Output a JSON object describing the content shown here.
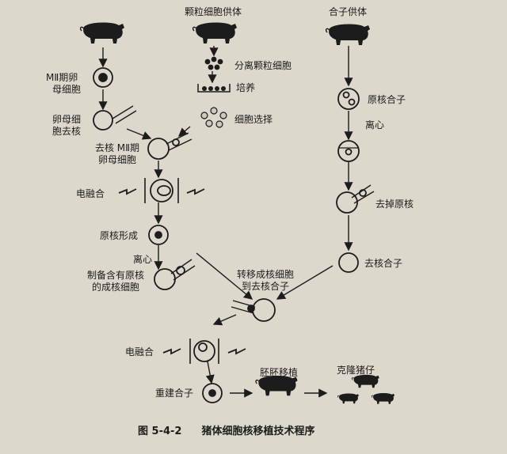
{
  "labels": {
    "granulosa_donor": "颗粒细胞供体",
    "zygote_donor": "合子供体",
    "isolate_granulosa": "分离颗粒细胞",
    "culture": "培养",
    "cell_select": "细胞选择",
    "mii_oocyte_l1": "MⅡ期卵",
    "mii_oocyte_l2": "母细胞",
    "oocyte_enucleate_l1": "卵母细",
    "oocyte_enucleate_l2": "胞去核",
    "enucleated_mii_l1": "去核 MⅡ期",
    "enucleated_mii_l2": "卵母细胞",
    "electrofusion_1": "电融合",
    "pronucleus_formation": "原核形成",
    "centrifuge_1": "离心",
    "prepare_l1": "制备含有原核",
    "prepare_l2": "的成核细胞",
    "pronuclear_zygote": "原核合子",
    "centrifuge_2": "离心",
    "remove_pronucleus": "去掉原核",
    "enucleated_zygote": "去核合子",
    "transfer_l1": "转移成核细胞",
    "transfer_l2": "到去核合子",
    "electrofusion_2": "电融合",
    "reconstructed_zygote": "重建合子",
    "embryo_transfer": "胚胚移植",
    "cloned_piglets": "克隆猪仔"
  },
  "caption": {
    "number": "图 5-4-2",
    "title": "猪体细胞核移植技术程序"
  },
  "colors": {
    "ink": "#1c1c1c",
    "paper": "#ddd8cc"
  }
}
